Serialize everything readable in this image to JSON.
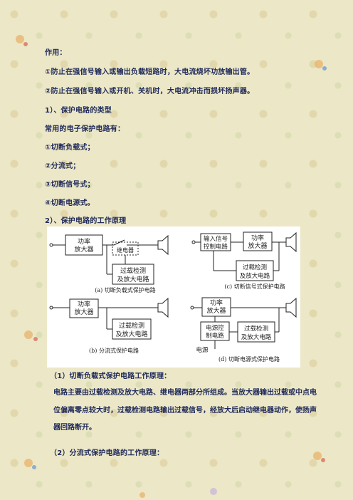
{
  "lines": [
    "作用：",
    "①防止在强信号输入或输出负载短路时，大电流烧坏功放输出管。",
    "②防止在强信号输入或开机、关机时，大电流冲击而损坏扬声器。",
    "1）、保护电路的类型",
    "常用的电子保护电路有：",
    "①切断负载式；",
    "②分流式；",
    "③切断信号式；",
    "④切断电源式。",
    "2）、保护电路的工作原理"
  ],
  "diagram": {
    "a": {
      "amp": [
        "功率",
        "放大器"
      ],
      "relay": "继电器",
      "detect": [
        "过载检测",
        "及放大电路"
      ],
      "caption": "(a) 切断负载式保护电路"
    },
    "b": {
      "amp": [
        "功率",
        "放大器"
      ],
      "detect": [
        "过载检测",
        "及放大电路"
      ],
      "caption": "(b) 分流式保护电路"
    },
    "c": {
      "input": [
        "输入信号",
        "控制电路"
      ],
      "amp": [
        "功率",
        "放大器"
      ],
      "detect": [
        "过载检测",
        "及放大电路"
      ],
      "caption": "(c) 切断信号式保护电路"
    },
    "d": {
      "amp": [
        "功率",
        "放大器"
      ],
      "power_ctrl": [
        "电源控",
        "制电路"
      ],
      "detect": [
        "过载检测",
        "及放大电路"
      ],
      "power_label": "电源",
      "caption": "(d) 切断电源式保护电路"
    }
  },
  "section1_title": "（1）切断负载式保护电路工作原理：",
  "section1_body": "电路主要由过载检测及放大电路、继电器两部分所组成。当放大器输出过载或中点电位偏离零点较大时，过载检测电路输出过载信号，经放大后启动继电器动作，使扬声器回路断开。",
  "section2_title": "（2）分流式保护电路的工作原理："
}
